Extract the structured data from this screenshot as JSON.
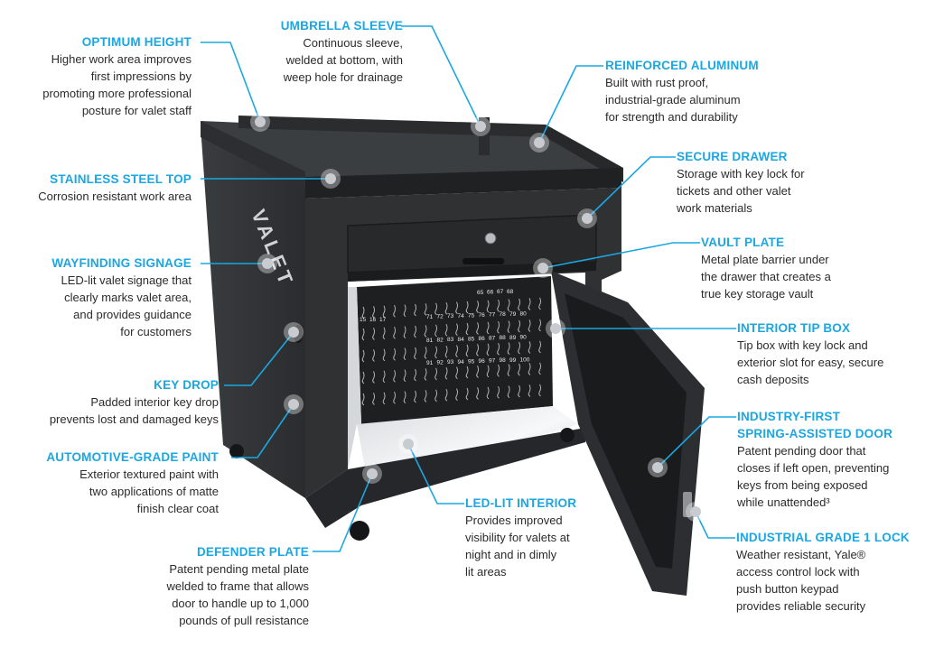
{
  "product": {
    "side_sign": "VALET",
    "key_numbers": {
      "row1": [
        "65",
        "66",
        "67",
        "68"
      ],
      "row2": [
        "71",
        "72",
        "73",
        "74",
        "75",
        "76",
        "77",
        "78",
        "79",
        "80"
      ],
      "row3": [
        "81",
        "82",
        "83",
        "84",
        "85",
        "86",
        "87",
        "88",
        "89",
        "90"
      ],
      "row4": [
        "91",
        "92",
        "93",
        "94",
        "95",
        "96",
        "97",
        "98",
        "99",
        "100"
      ],
      "left_col": [
        "15",
        "16",
        "17"
      ]
    }
  },
  "callouts": {
    "optimum_height": {
      "title": "OPTIMUM HEIGHT",
      "desc_lines": [
        "Higher work area improves",
        "first impressions by",
        "promoting more professional",
        "posture for valet staff"
      ]
    },
    "umbrella_sleeve": {
      "title": "UMBRELLA SLEEVE",
      "desc_lines": [
        "Continuous sleeve,",
        "welded at bottom, with",
        "weep hole for drainage"
      ]
    },
    "reinforced_aluminum": {
      "title": "REINFORCED ALUMINUM",
      "desc_lines": [
        "Built with rust proof,",
        "industrial-grade aluminum",
        "for strength and durability"
      ]
    },
    "stainless_steel_top": {
      "title": "STAINLESS STEEL TOP",
      "desc_lines": [
        "Corrosion resistant work area"
      ]
    },
    "secure_drawer": {
      "title": "SECURE DRAWER",
      "desc_lines": [
        "Storage with key lock for",
        "tickets and other valet",
        "work materials"
      ]
    },
    "wayfinding_signage": {
      "title": "WAYFINDING SIGNAGE",
      "desc_lines": [
        "LED-lit valet signage that",
        "clearly marks valet area,",
        "and provides guidance",
        "for customers"
      ]
    },
    "vault_plate": {
      "title": "VAULT PLATE",
      "desc_lines": [
        "Metal plate barrier under",
        "the drawer that creates a",
        "true key storage vault"
      ]
    },
    "interior_tip_box": {
      "title": "INTERIOR TIP BOX",
      "desc_lines": [
        "Tip box with key lock and",
        "exterior slot for easy, secure",
        "cash deposits"
      ]
    },
    "key_drop": {
      "title": "KEY DROP",
      "desc_lines": [
        "Padded interior key drop",
        "prevents lost and damaged keys"
      ]
    },
    "industry_first_door": {
      "title_lines": [
        "INDUSTRY-FIRST",
        "SPRING-ASSISTED DOOR"
      ],
      "desc_lines": [
        "Patent pending door that",
        "closes if left open, preventing",
        "keys from being exposed",
        "while unattended³"
      ]
    },
    "automotive_paint": {
      "title": "AUTOMOTIVE-GRADE PAINT",
      "desc_lines": [
        "Exterior textured paint with",
        "two applications of matte",
        "finish clear coat"
      ]
    },
    "led_lit_interior": {
      "title": "LED-LIT INTERIOR",
      "desc_lines": [
        "Provides improved",
        "visibility for valets at",
        "night and in dimly",
        "lit areas"
      ]
    },
    "industrial_lock": {
      "title": "INDUSTRIAL GRADE 1 LOCK",
      "desc_lines": [
        "Weather resistant, Yale®",
        "access control lock with",
        "push button keypad",
        "provides reliable security"
      ]
    },
    "defender_plate": {
      "title": "DEFENDER PLATE",
      "desc_lines": [
        "Patent pending metal plate",
        "welded to frame that allows",
        "door to handle up to 1,000",
        "pounds of pull resistance"
      ]
    }
  },
  "colors": {
    "accent": "#1ba7e1",
    "text": "#2b2b2b",
    "body": "#2f3133",
    "body_dark": "#1f2123"
  }
}
